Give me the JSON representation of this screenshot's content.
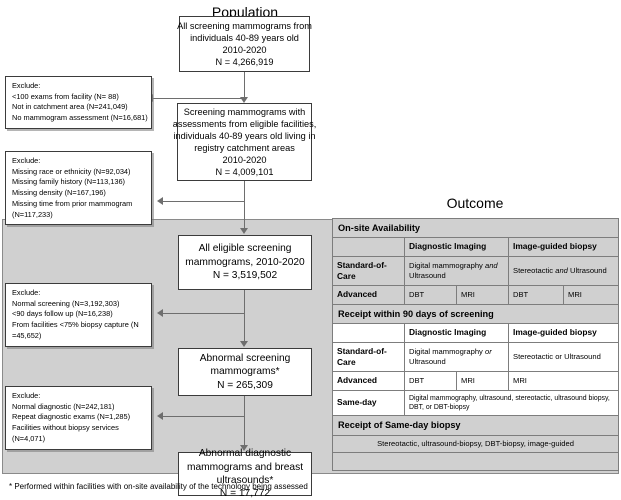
{
  "headings": {
    "population": "Population",
    "outcome": "Outcome"
  },
  "flow": {
    "boxes": [
      {
        "id": "population-box",
        "lines": [
          "All screening mammograms from",
          "individuals 40-89 years old",
          "2010-2020",
          "N = 4,266,919"
        ]
      },
      {
        "id": "eligible-facilities-box",
        "lines": [
          "Screening mammograms with",
          "assessments from eligible facilities,",
          "individuals 40-89 years old living in",
          "registry catchment areas",
          "2010-2020",
          "N = 4,009,101"
        ]
      },
      {
        "id": "all-eligible-box",
        "lines": [
          "All eligible screening",
          "mammograms, 2010-2020",
          "N = 3,519,502"
        ]
      },
      {
        "id": "abnormal-screening-box",
        "lines": [
          "Abnormal screening",
          "mammograms*",
          "N = 265,309"
        ]
      },
      {
        "id": "abnormal-diagnostic-box",
        "lines": [
          "Abnormal diagnostic",
          "mammograms and breast",
          "ultrasounds*",
          "N = 17,772"
        ]
      }
    ],
    "exclusions": [
      {
        "id": "exclude-1",
        "lines": [
          "Exclude:",
          "<100 exams from facility (N= 88)",
          "Not in catchment area (N=241,049)",
          "No mammogram assessment (N=16,681)"
        ]
      },
      {
        "id": "exclude-2",
        "lines": [
          "Exclude:",
          "Missing race or ethnicity (N=92,034)",
          "Missing family history (N=113,136)",
          "Missing density (N=167,196)",
          "Missing time from prior mammogram",
          "(N=117,233)"
        ]
      },
      {
        "id": "exclude-3",
        "lines": [
          "Exclude:",
          "Normal screening (N=3,192,303)",
          "<90 days follow up (N=16,238)",
          "From facilities <75% biopsy capture (N",
          "=45,652)"
        ]
      },
      {
        "id": "exclude-4",
        "lines": [
          "Exclude:",
          "Normal diagnostic (N=242,181)",
          "Repeat diagnostic exams (N=1,285)",
          "Facilities without biopsy services",
          "(N=4,071)"
        ]
      }
    ]
  },
  "outcome_table": {
    "section1_title": "On-site Availability",
    "section1_col1": "Diagnostic Imaging",
    "section1_col2": "Image-guided biopsy",
    "section1_r1_label": "Standard-of-Care",
    "section1_r1_c1_a": "Digital mammography ",
    "section1_r1_c1_em": "and",
    "section1_r1_c1_b": " Ultrasound",
    "section1_r1_c2_a": "Stereotactic ",
    "section1_r1_c2_em": "and",
    "section1_r1_c2_b": " Ultrasound",
    "section1_r2_label": "Advanced",
    "section1_r2_c1": "DBT",
    "section1_r2_c2": "MRI",
    "section1_r2_c3": "DBT",
    "section1_r2_c4": "MRI",
    "section2_title": "Receipt within 90 days of screening",
    "section2_col1": "Diagnostic Imaging",
    "section2_col2": "Image-guided biopsy",
    "section2_r1_label": "Standard-of-Care",
    "section2_r1_c1_a": "Digital mammography ",
    "section2_r1_c1_em": "or",
    "section2_r1_c1_b": " Ultrasound",
    "section2_r1_c2": "Stereotactic or Ultrasound",
    "section2_r2_label": "Advanced",
    "section2_r2_c1": "DBT",
    "section2_r2_c2": "MRI",
    "section2_r2_c3": "MRI",
    "section2_r3_label": "Same-day",
    "section2_r3_value": "Digital mammography, ultrasound, stereotactic, ultrasound biopsy, DBT, or DBT-biopsy",
    "section3_title": "Receipt of Same-day biopsy",
    "section3_value": "Stereotactic, ultrasound-biopsy, DBT-biopsy, image-guided"
  },
  "footnote": "* Performed within facilities with on-site availability of the technology being assessed",
  "colors": {
    "band": "#d0d0d0",
    "border": "#3b3b3b",
    "connector": "#6e6e6e"
  }
}
